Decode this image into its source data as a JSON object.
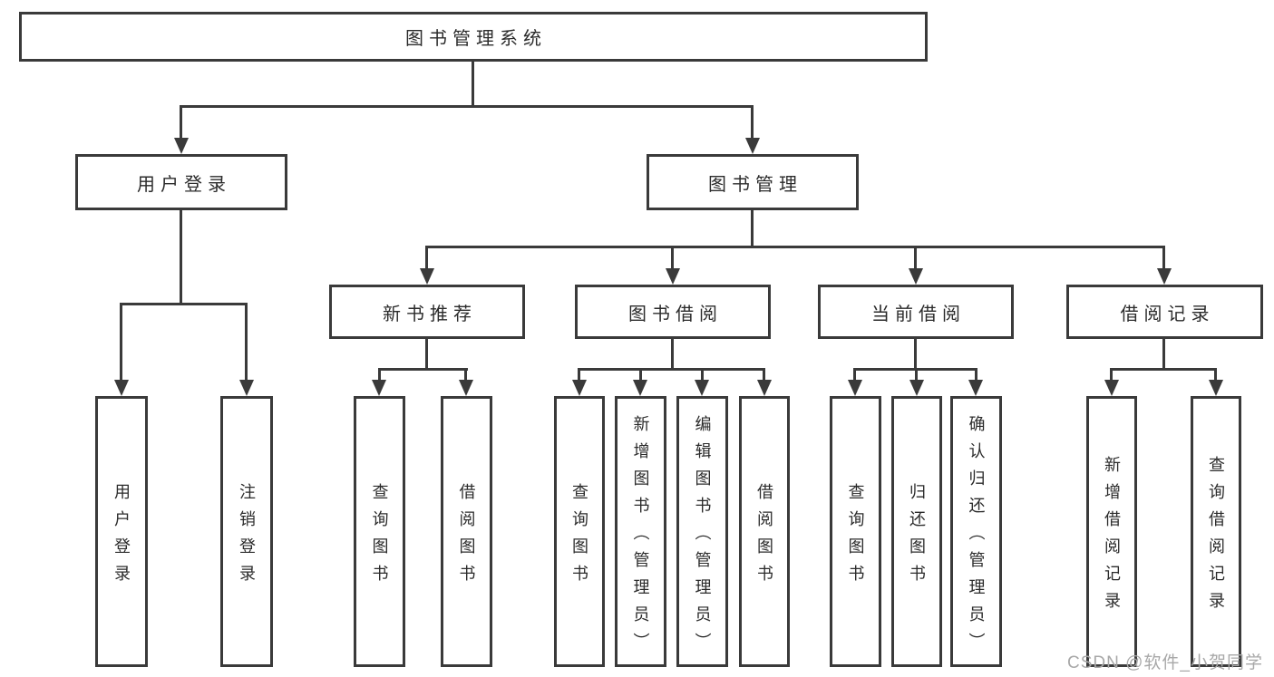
{
  "colors": {
    "line": "#3a3a3a",
    "text": "#2b2b2b",
    "watermark": "#a8a8a8",
    "background": "#ffffff"
  },
  "watermark": {
    "text": "CSDN @软件_小贺同学"
  },
  "tree": {
    "root": {
      "label": "图书管理系统"
    },
    "children": [
      {
        "label": "用户登录",
        "children": [
          {
            "label": "用户登录"
          },
          {
            "label": "注销登录"
          }
        ]
      },
      {
        "label": "图书管理",
        "children": [
          {
            "label": "新书推荐",
            "children": [
              {
                "label": "查询图书"
              },
              {
                "label": "借阅图书"
              }
            ]
          },
          {
            "label": "图书借阅",
            "children": [
              {
                "label": "查询图书"
              },
              {
                "label": "新增图书（管理员）"
              },
              {
                "label": "编辑图书（管理员）"
              },
              {
                "label": "借阅图书"
              }
            ]
          },
          {
            "label": "当前借阅",
            "children": [
              {
                "label": "查询图书"
              },
              {
                "label": "归还图书"
              },
              {
                "label": "确认归还（管理员）"
              }
            ]
          },
          {
            "label": "借阅记录",
            "children": [
              {
                "label": "新增借阅记录"
              },
              {
                "label": "查询借阅记录"
              }
            ]
          }
        ]
      }
    ]
  }
}
